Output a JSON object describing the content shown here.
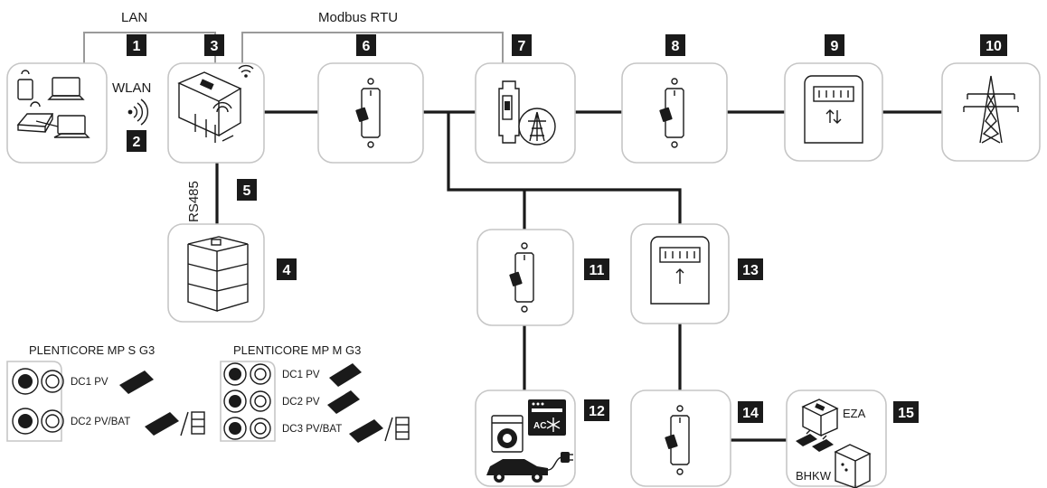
{
  "labels": {
    "lan": "LAN",
    "wlan": "WLAN",
    "modbus": "Modbus RTU",
    "rs485": "RS485",
    "mp_s": "PLENTICORE MP S G3",
    "mp_m": "PLENTICORE MP M G3",
    "s_dc1": "DC1 PV",
    "s_dc2": "DC2 PV/BAT",
    "m_dc1": "DC1 PV",
    "m_dc2": "DC2 PV",
    "m_dc3": "DC3 PV/BAT",
    "ac": "AC",
    "eza": "EZA",
    "bhkw": "BHKW"
  },
  "badges": {
    "b1": "1",
    "b2": "2",
    "b3": "3",
    "b4": "4",
    "b5": "5",
    "b6": "6",
    "b7": "7",
    "b8": "8",
    "b9": "9",
    "b10": "10",
    "b11": "11",
    "b12": "12",
    "b13": "13",
    "b14": "14",
    "b15": "15"
  },
  "icons": {
    "n1": "network-devices-icon",
    "n3": "inverter-icon",
    "n4": "battery-icon",
    "n6": "circuit-breaker-icon",
    "n7": "energy-meter-icon",
    "n8": "circuit-breaker-icon",
    "n9": "bidirectional-meter-icon",
    "n10": "power-pylon-icon",
    "n11": "circuit-breaker-icon",
    "n12": "household-loads-icon",
    "n13": "meter-icon",
    "n14": "circuit-breaker-icon",
    "n15": "generator-icon"
  },
  "colors": {
    "badge": "#1a1a1a",
    "line": "#1a1a1a",
    "box_border": "#c6c6c6",
    "comm_line": "#9a9a9a"
  }
}
